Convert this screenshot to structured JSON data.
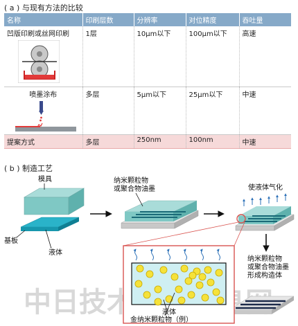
{
  "section_a": {
    "title": "( a ) 与现有方法的比较",
    "headers": [
      "名称",
      "印刷层数",
      "分辨率",
      "对位精度",
      "吞吐量"
    ],
    "rows": [
      {
        "name": "凹版印刷或丝网印刷",
        "layers": "1层",
        "resolution": "10μm以下",
        "alignment": "100μm以下",
        "throughput": "高速"
      },
      {
        "name": "喷墨涂布",
        "layers": "多层",
        "resolution": "5μm以下",
        "alignment": "25μm以下",
        "throughput": "中速"
      },
      {
        "name": "提案方式",
        "layers": "多层",
        "resolution": "250nm",
        "alignment": "100nm",
        "throughput": "中速"
      }
    ]
  },
  "section_b": {
    "title": "( b ) 制造工艺",
    "labels": {
      "mold": "模具",
      "substrate": "基板",
      "liquid": "液体",
      "nano_ink_1": "纳米颗粒物",
      "nano_ink_2": "或聚合物油墨",
      "vaporize": "使液体气化",
      "structure_1": "纳米颗粒物",
      "structure_2": "或聚合物油墨",
      "structure_3": "形成构造体",
      "inset_liquid": "液体",
      "inset_particles": "金纳米颗粒物（例）"
    }
  },
  "watermark": "中日技术产业信息网",
  "colors": {
    "header_bg": "#86a9c8",
    "proposal_row_bg": "#f6d9d9",
    "mold": "#7fc8c4",
    "liquid": "#2ab3c9",
    "inset_border": "#d9534f",
    "particle": "#f5e23a"
  }
}
